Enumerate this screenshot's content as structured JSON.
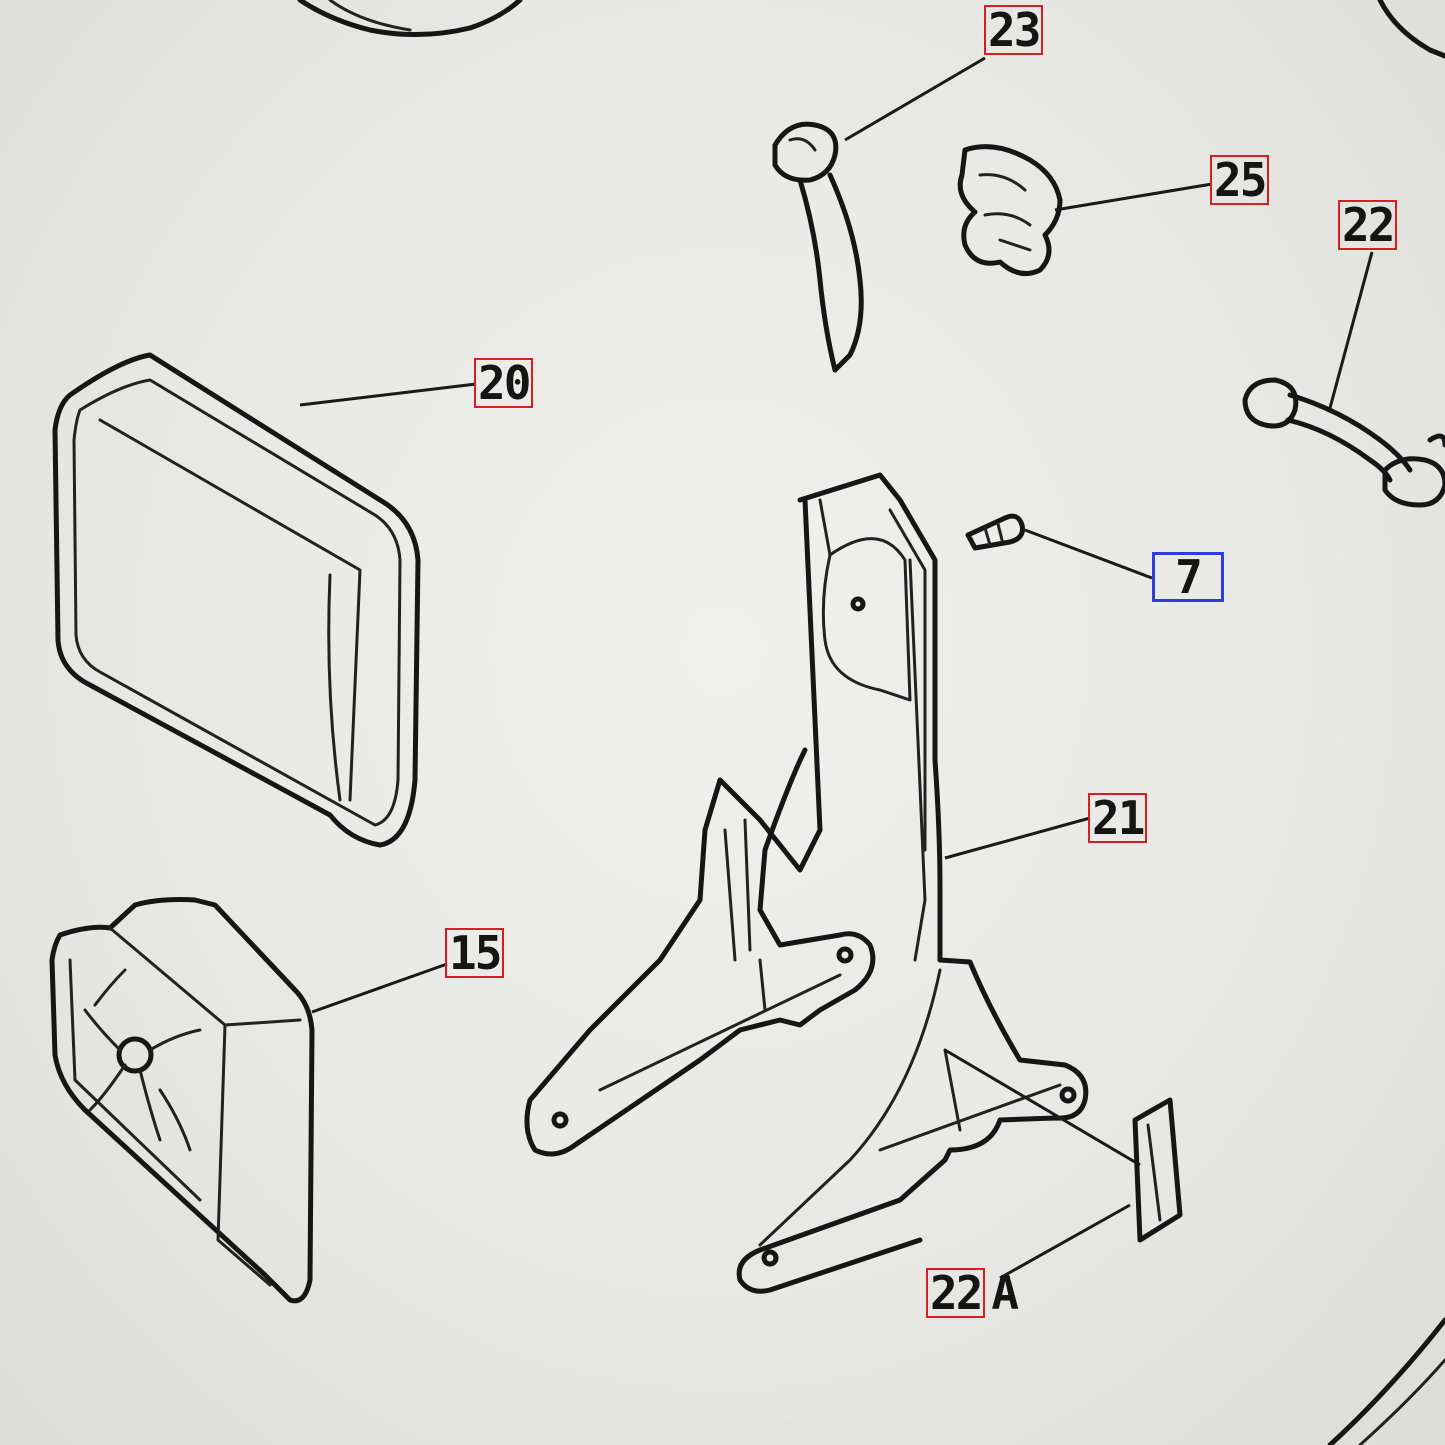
{
  "callouts": {
    "c23": "23",
    "c25": "25",
    "c22": "22",
    "c20": "20",
    "c7": "7",
    "c21": "21",
    "c15": "15",
    "c22a_number": "22",
    "c22a_suffix": "A"
  },
  "colors": {
    "callout_box": "#d81e1e",
    "selected_box": "#2c3ee0",
    "line": "#161616",
    "background": "#e6e6e3"
  },
  "selected_callout": "7"
}
